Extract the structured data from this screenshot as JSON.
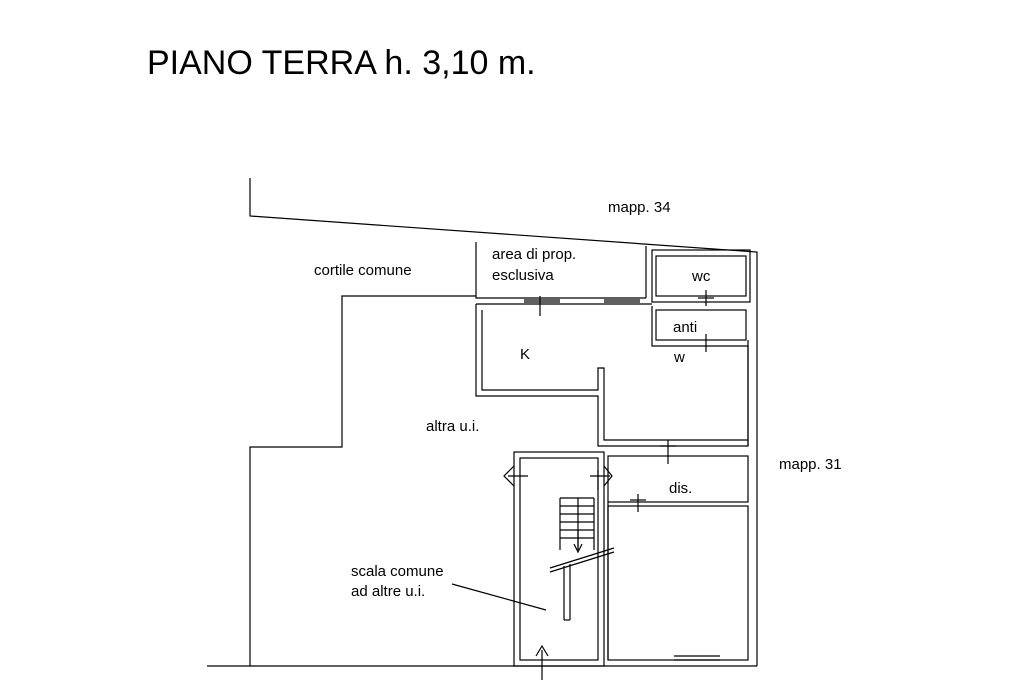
{
  "title": "PIANO TERRA h. 3,10 m.",
  "labels": {
    "mapp_34": "mapp. 34",
    "mapp_31": "mapp. 31",
    "cortile_comune": "cortile comune",
    "area_line1": "area di prop.",
    "area_line2": "esclusiva",
    "wc": "wc",
    "anti": "anti",
    "k": "K",
    "w": "w",
    "altra_ui": "altra u.i.",
    "dis": "dis.",
    "scala_line1": "scala comune",
    "scala_line2": "ad altre u.i."
  }
}
